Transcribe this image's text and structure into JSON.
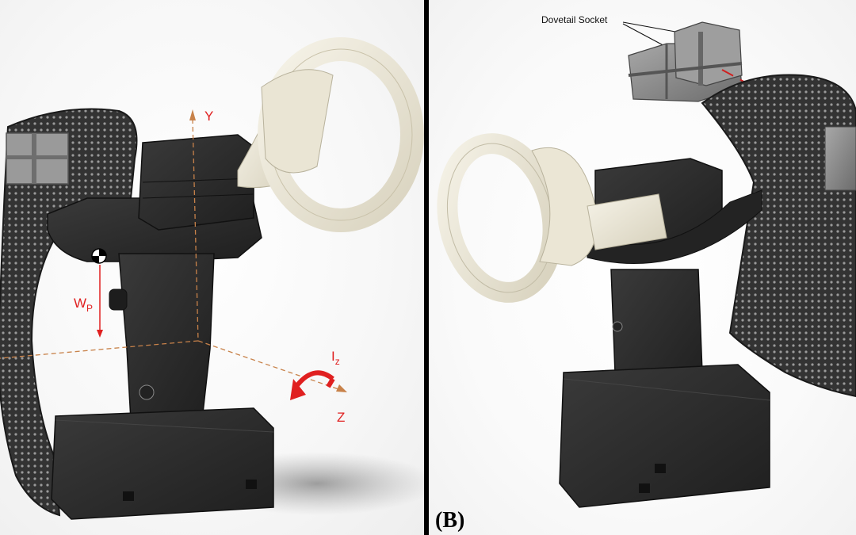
{
  "panel_a": {
    "axis_y_label": "Y",
    "axis_z_label": "Z",
    "weight_label": "W",
    "weight_subscript": "P",
    "inertia_label": "I",
    "inertia_subscript": "z"
  },
  "panel_b": {
    "callout_label": "Dovetail Socket",
    "panel_label": "(B)"
  },
  "colors": {
    "axis_line": "#c8824a",
    "annotation_red": "#e02020",
    "device_body": "#2b2b2b",
    "controller_ring": "#ece8da",
    "divider": "#000000"
  }
}
